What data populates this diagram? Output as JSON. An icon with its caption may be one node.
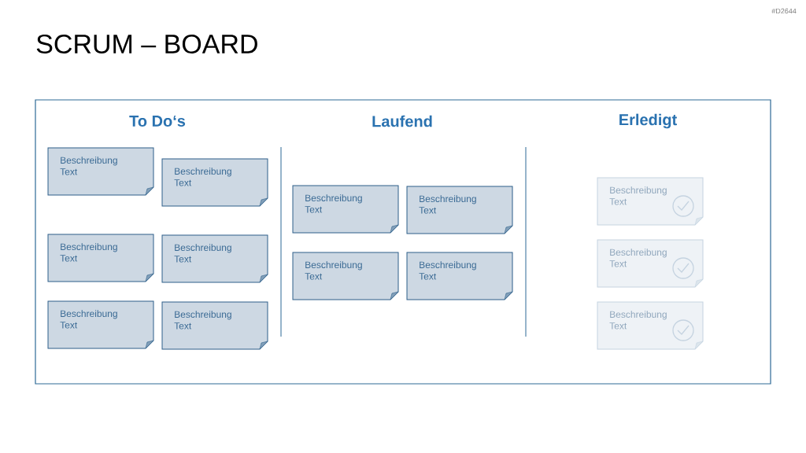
{
  "diagram": {
    "title": "SCRUM – BOARD",
    "nodes": [
      {
        "text": [
          "Beschreibung Text"
        ]
      },
      {
        "text": [
          "Beschreibung Text"
        ]
      },
      {
        "text": [
          "Beschreibung Text"
        ]
      },
      {
        "text": [
          "Beschreibung Text"
        ]
      },
      {
        "text": [
          "Beschreibung Text"
        ]
      },
      {
        "text": [
          "Beschreibung Text"
        ]
      },
      {
        "text": [
          "Beschreibung Text"
        ]
      },
      {
        "text": [
          "Beschreibung Text"
        ]
      },
      {
        "text": [
          "Beschreibung Text"
        ]
      },
      {
        "text": [
          "Beschreibung Text"
        ]
      },
      {
        "text": [
          "Beschreibung Text"
        ]
      },
      {
        "text": [
          "Beschreibung Text"
        ]
      },
      {
        "text": [
          "Beschreibung Text"
        ]
      }
    ],
    "labels": [
      "#D2644",
      "To Do‘s",
      "Laufend",
      "Erledigt"
    ]
  }
}
